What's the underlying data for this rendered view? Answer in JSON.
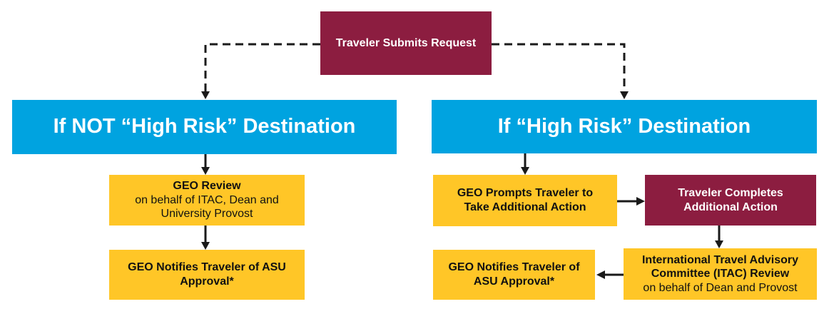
{
  "start": {
    "label": "Traveler Submits Request",
    "color": "#8c1d40"
  },
  "left_branch": {
    "header": "If NOT “High Risk” Destination",
    "review": {
      "title": "GEO Review",
      "line2": "on behalf of ITAC, Dean and",
      "line3": "University Provost"
    },
    "notify": {
      "line1": "GEO Notifies Traveler of ASU",
      "line2": "Approval*"
    }
  },
  "right_branch": {
    "header": "If “High Risk” Destination",
    "prompt": {
      "line1": "GEO Prompts Traveler to",
      "line2": "Take Additional Action"
    },
    "complete": {
      "line1": "Traveler Completes",
      "line2": "Additional Action"
    },
    "itac": {
      "line1": "International Travel Advisory",
      "line2": "Committee (ITAC) Review",
      "line3": "on behalf of Dean and Provost"
    },
    "notify": {
      "line1": "GEO Notifies Traveler of",
      "line2": "ASU Approval*"
    }
  },
  "colors": {
    "maroon": "#8c1d40",
    "blue": "#00a3e0",
    "gold": "#ffc627"
  }
}
